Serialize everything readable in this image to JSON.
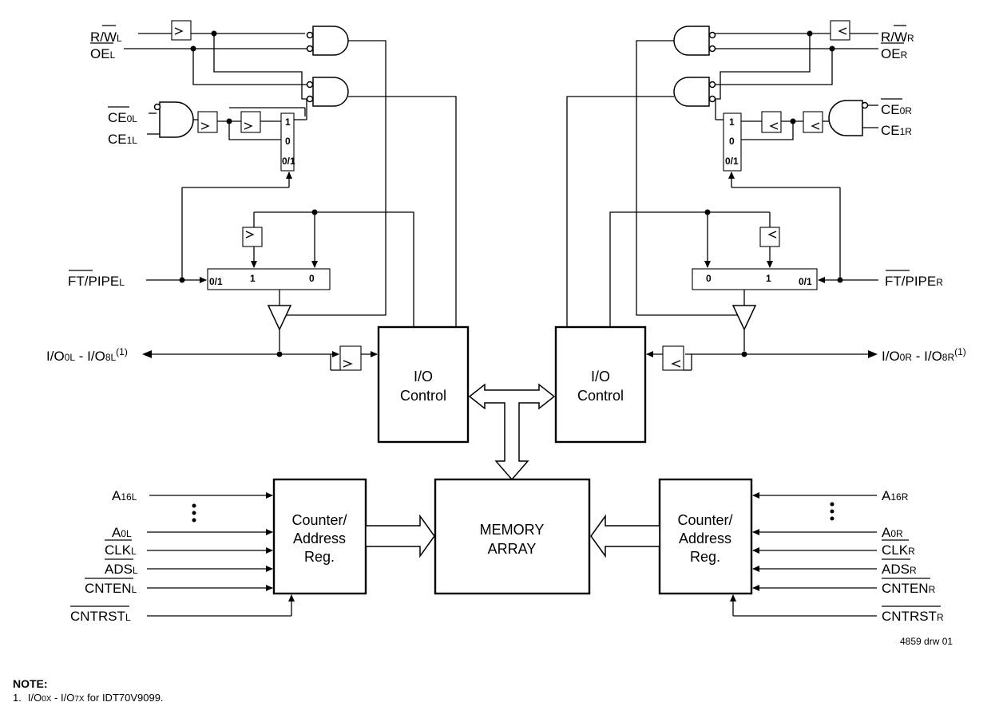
{
  "left_signals": {
    "rw": {
      "main": "R/W",
      "bar": "W",
      "sub": "L"
    },
    "oe": {
      "main": "OE",
      "sub": "L"
    },
    "ce0": {
      "main": "CE",
      "sub": "0L"
    },
    "ce1": {
      "main": "CE",
      "sub": "1L"
    },
    "ftpipe": {
      "main": "FT/PIPE",
      "sub": "L"
    },
    "io": {
      "prefix": "I/O",
      "sub1": "0L",
      "mid": " - I/O",
      "sub2": "8L",
      "sup": "(1)"
    },
    "a16": {
      "main": "A",
      "sub": "16L"
    },
    "a0": {
      "main": "A",
      "sub": "0L"
    },
    "clk": {
      "main": "CLK",
      "sub": "L"
    },
    "ads": {
      "main": "ADS",
      "sub": "L"
    },
    "cnten": {
      "main": "CNTEN",
      "sub": "L"
    },
    "cntrst": {
      "main": "CNTRST",
      "sub": "L"
    }
  },
  "right_signals": {
    "rw": {
      "main": "R/W",
      "bar": "W",
      "sub": "R"
    },
    "oe": {
      "main": "OE",
      "sub": "R"
    },
    "ce0": {
      "main": "CE",
      "sub": "0R"
    },
    "ce1": {
      "main": "CE",
      "sub": "1R"
    },
    "ftpipe": {
      "main": "FT/PIPE",
      "sub": "R"
    },
    "io": {
      "prefix": "I/O",
      "sub1": "0R",
      "mid": " - I/O",
      "sub2": "8R",
      "sup": "(1)"
    },
    "a16": {
      "main": "A",
      "sub": "16R"
    },
    "a0": {
      "main": "A",
      "sub": "0R"
    },
    "clk": {
      "main": "CLK",
      "sub": "R"
    },
    "ads": {
      "main": "ADS",
      "sub": "R"
    },
    "cnten": {
      "main": "CNTEN",
      "sub": "R"
    },
    "cntrst": {
      "main": "CNTRST",
      "sub": "R"
    }
  },
  "mux": {
    "in1": "1",
    "in0": "0",
    "sel": "0/1"
  },
  "blocks": {
    "io_control": [
      "I/O",
      "Control"
    ],
    "counter": [
      "Counter/",
      "Address",
      "Reg."
    ],
    "memory": [
      "MEMORY",
      "ARRAY"
    ]
  },
  "drawing_id": "4859 drw 01",
  "note": {
    "title": "NOTE:",
    "item": {
      "num": "1.",
      "a": "I/O",
      "a_sub": "0X",
      "mid": " - I/O",
      "b_sub": "7X",
      "rest": " for IDT70V9099."
    }
  }
}
